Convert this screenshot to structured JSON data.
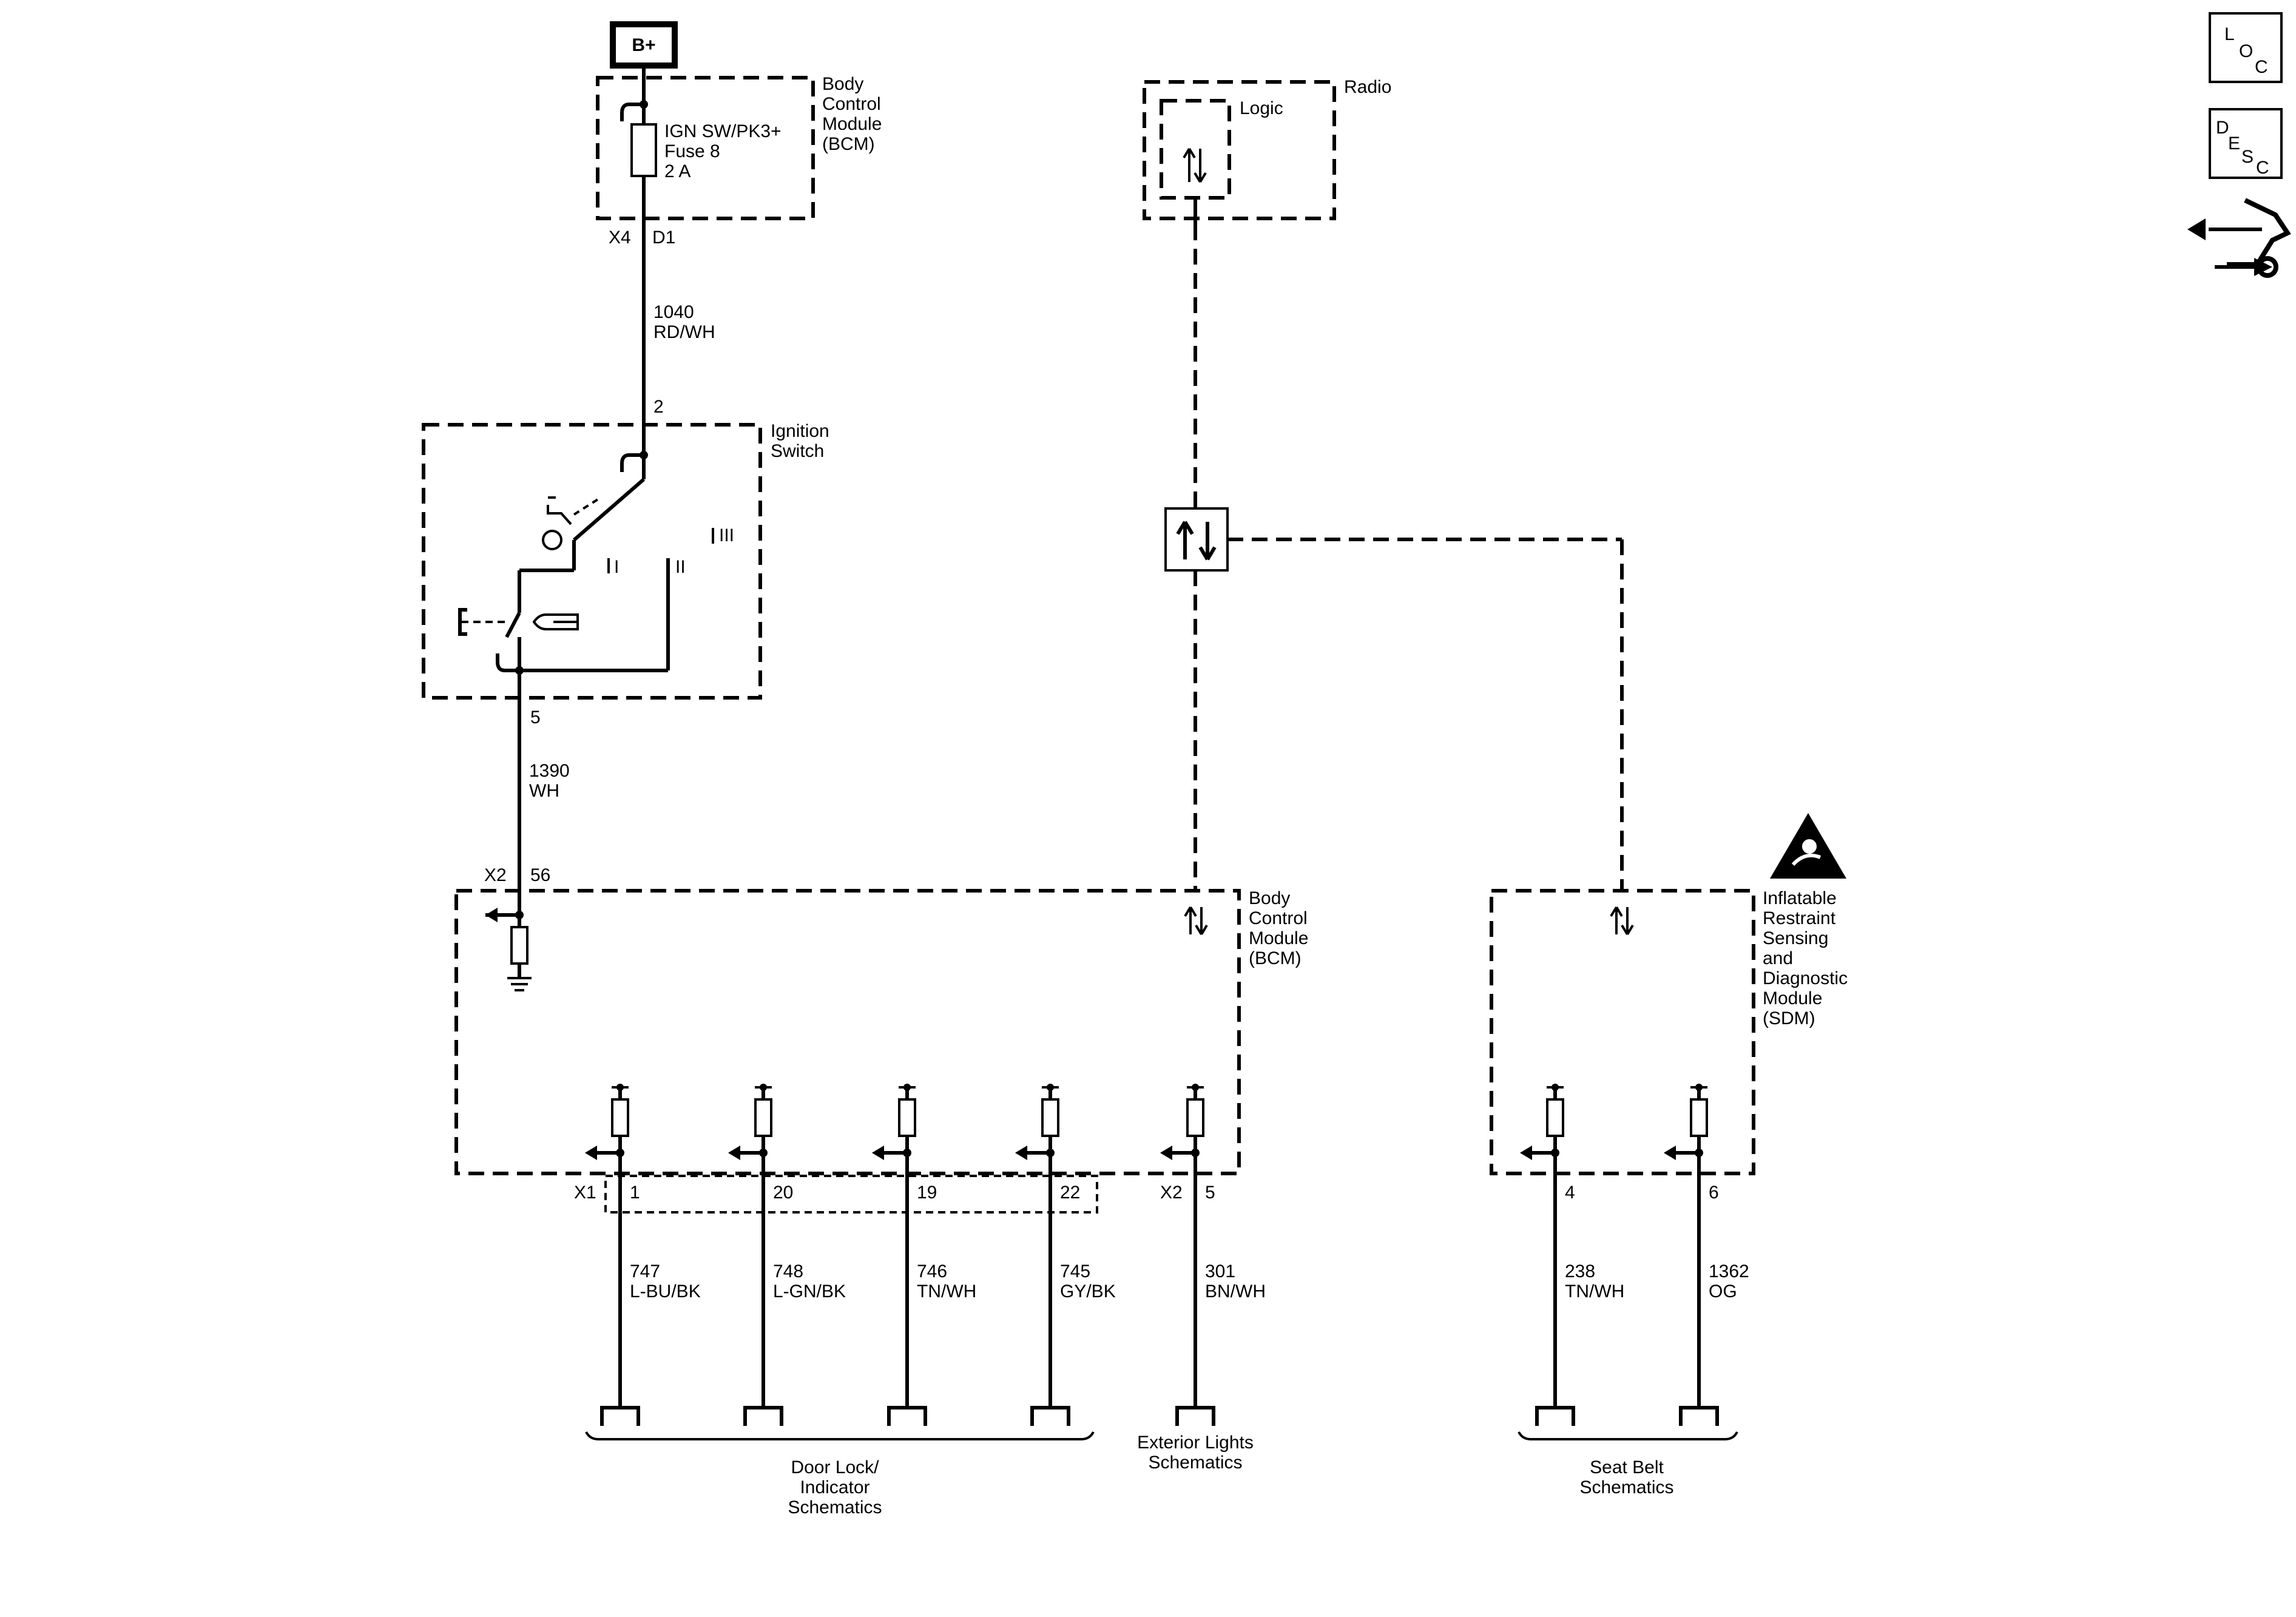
{
  "power_label": "B+",
  "bcm_top": {
    "title_lines": [
      "Body",
      "Control",
      "Module",
      "(BCM)"
    ],
    "fuse_lines": [
      "IGN SW/PK3+",
      "Fuse 8",
      "2 A"
    ],
    "connector": "X4",
    "pin": "D1"
  },
  "wire_1040": {
    "circuit": "1040",
    "color": "RD/WH"
  },
  "ignition_switch": {
    "title_lines": [
      "Ignition",
      "Switch"
    ],
    "pin_in": "2",
    "pin_out": "5",
    "pos_I": "I",
    "pos_II": "II",
    "pos_III": "III"
  },
  "wire_1390": {
    "circuit": "1390",
    "color": "WH"
  },
  "bcm_main": {
    "title_lines": [
      "Body",
      "Control",
      "Module",
      "(BCM)"
    ],
    "connector_x2": "X2",
    "pin_56": "56",
    "connector_x1": "X1",
    "connector_x2b": "X2",
    "outputs": [
      {
        "pin": "1",
        "circuit": "747",
        "color": "L-BU/BK"
      },
      {
        "pin": "20",
        "circuit": "748",
        "color": "L-GN/BK"
      },
      {
        "pin": "19",
        "circuit": "746",
        "color": "TN/WH"
      },
      {
        "pin": "22",
        "circuit": "745",
        "color": "GY/BK"
      },
      {
        "pin": "5",
        "circuit": "301",
        "color": "BN/WH"
      }
    ]
  },
  "radio": {
    "title": "Radio",
    "logic": "Logic"
  },
  "sdm": {
    "title_lines": [
      "Inflatable",
      "Restraint",
      "Sensing",
      "and",
      "Diagnostic",
      "Module",
      "(SDM)"
    ],
    "outputs": [
      {
        "pin": "4",
        "circuit": "238",
        "color": "TN/WH"
      },
      {
        "pin": "6",
        "circuit": "1362",
        "color": "OG"
      }
    ]
  },
  "destinations": {
    "door_lock": [
      "Door Lock/",
      "Indicator",
      "Schematics"
    ],
    "exterior": [
      "Exterior Lights",
      "Schematics"
    ],
    "seat_belt": [
      "Seat Belt",
      "Schematics"
    ]
  },
  "side_icons": {
    "loc": [
      "L",
      "O",
      "C"
    ],
    "desc": [
      "D",
      "E",
      "S",
      "C"
    ],
    "icon_names": [
      "loc-icon",
      "desc-icon",
      "connector-view-icon"
    ]
  }
}
